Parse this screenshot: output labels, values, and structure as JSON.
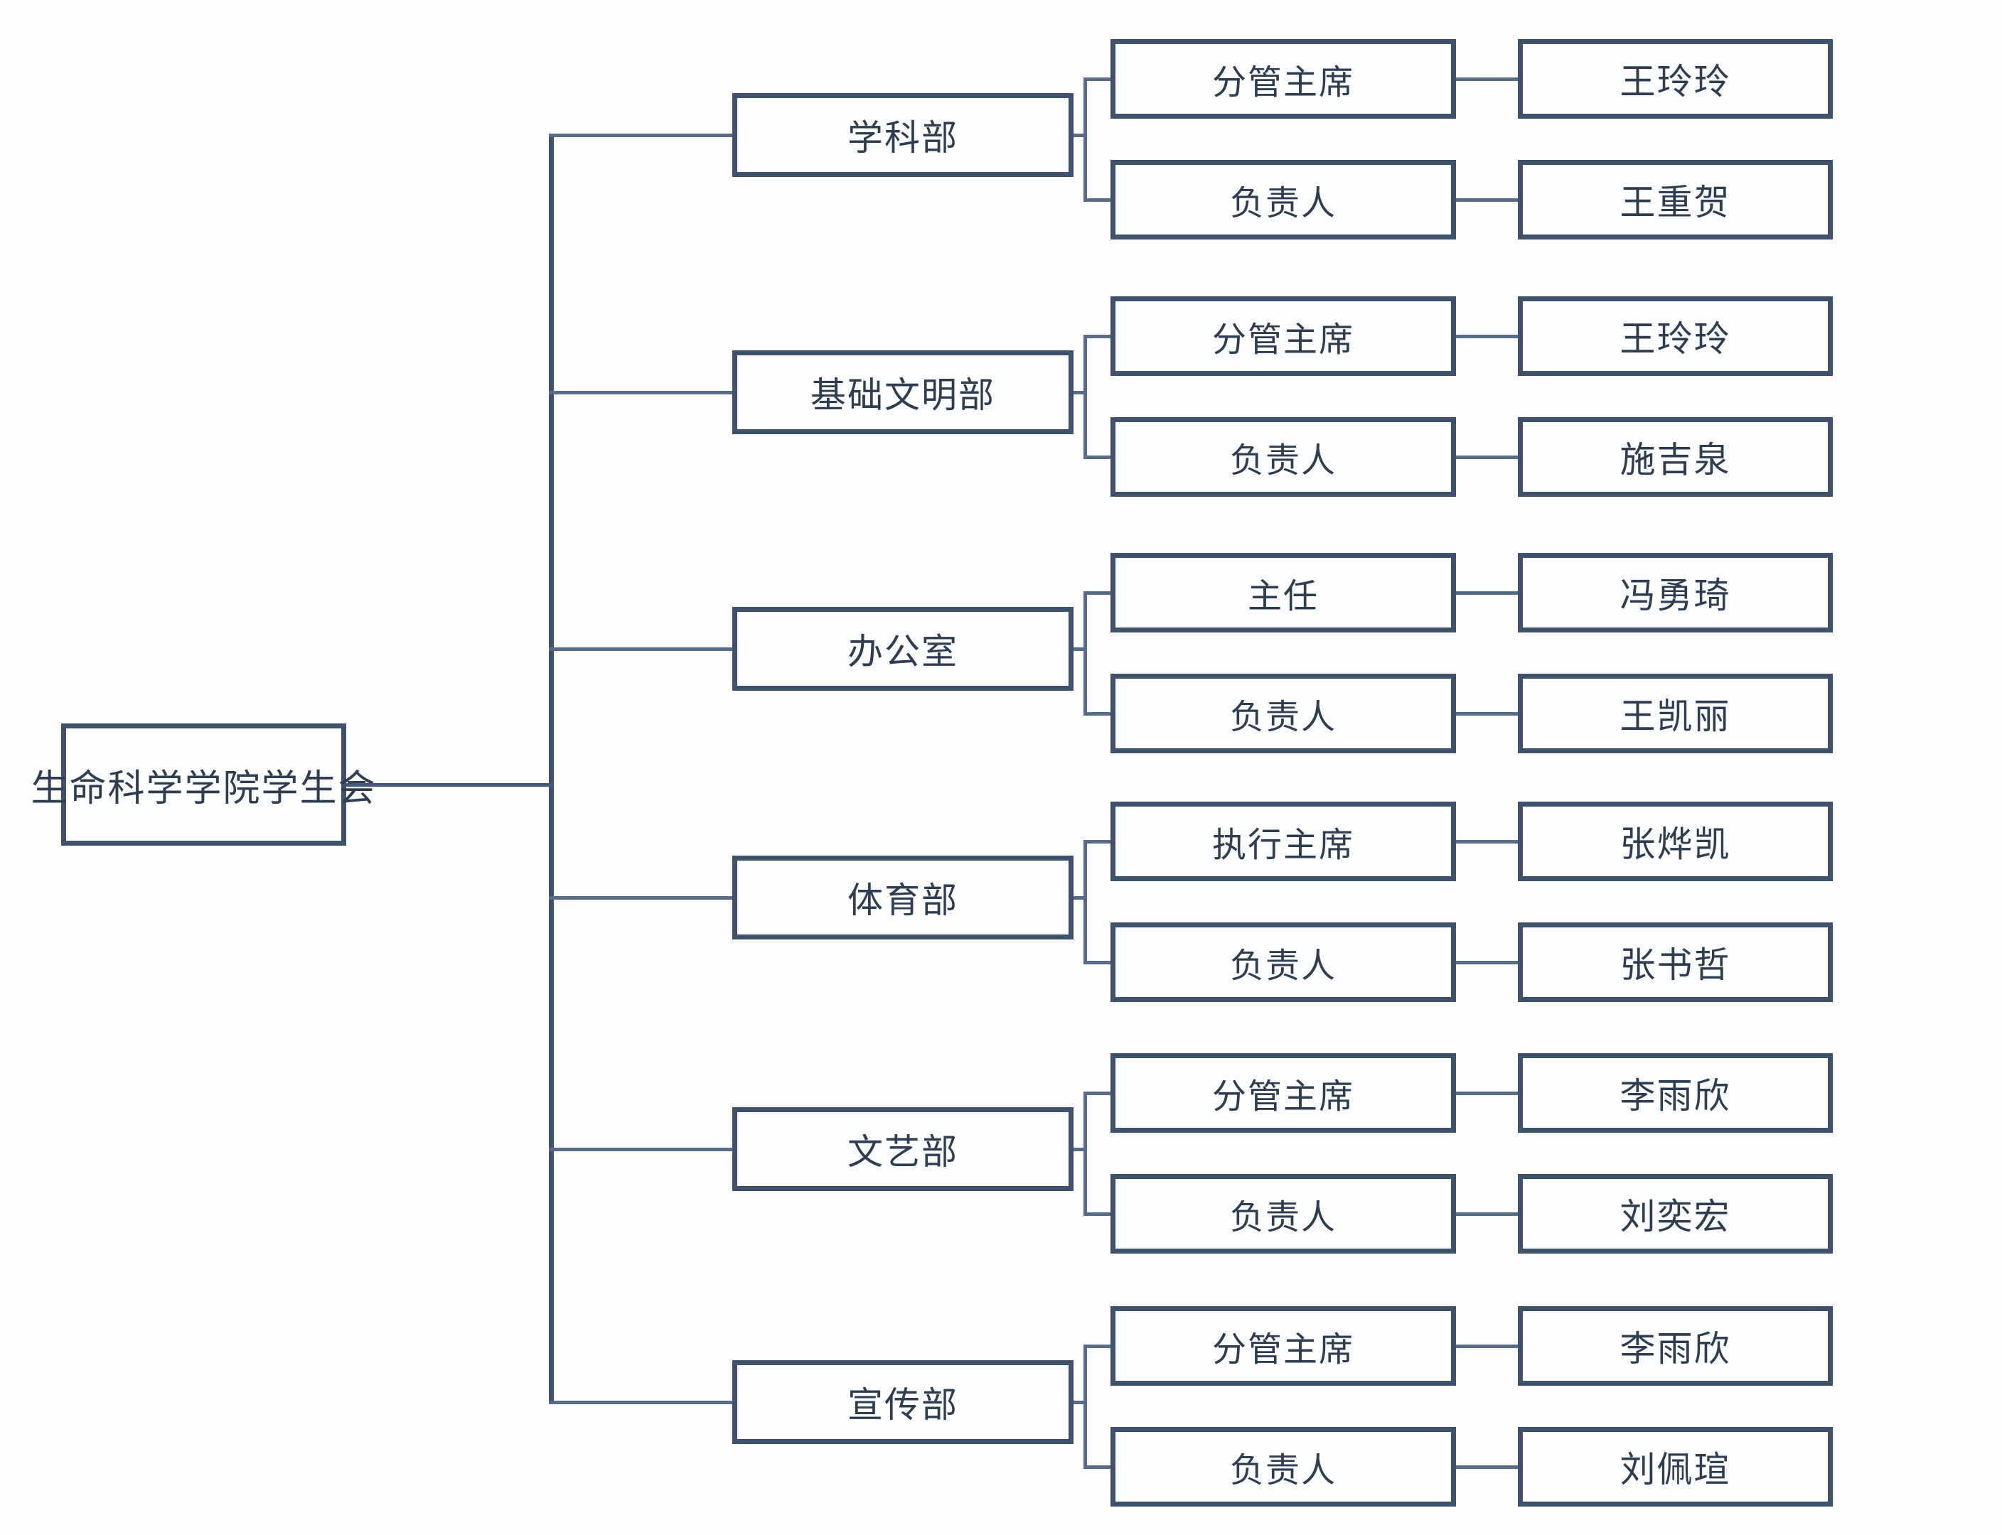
{
  "chart_data": {
    "type": "diagram",
    "title": "生命科学学院学生会",
    "root": {
      "label": "生命科学学院学生会"
    },
    "departments": [
      {
        "name": "学科部",
        "roles": [
          {
            "title": "分管主席",
            "person": "王玲玲"
          },
          {
            "title": "负责人",
            "person": "王重贺"
          }
        ]
      },
      {
        "name": "基础文明部",
        "roles": [
          {
            "title": "分管主席",
            "person": "王玲玲"
          },
          {
            "title": "负责人",
            "person": "施吉泉"
          }
        ]
      },
      {
        "name": "办公室",
        "roles": [
          {
            "title": "主任",
            "person": "冯勇琦"
          },
          {
            "title": "负责人",
            "person": "王凯丽"
          }
        ]
      },
      {
        "name": "体育部",
        "roles": [
          {
            "title": "执行主席",
            "person": "张烨凯"
          },
          {
            "title": "负责人",
            "person": "张书哲"
          }
        ]
      },
      {
        "name": "文艺部",
        "roles": [
          {
            "title": "分管主席",
            "person": "李雨欣"
          },
          {
            "title": "负责人",
            "person": "刘奕宏"
          }
        ]
      },
      {
        "name": "宣传部",
        "roles": [
          {
            "title": "分管主席",
            "person": "李雨欣"
          },
          {
            "title": "负责人",
            "person": "刘佩瑄"
          }
        ]
      }
    ],
    "colors": {
      "border": "#3f516d",
      "connector": "#586c8a",
      "text": "#2e3d52",
      "background": "#fdfdfd"
    }
  }
}
